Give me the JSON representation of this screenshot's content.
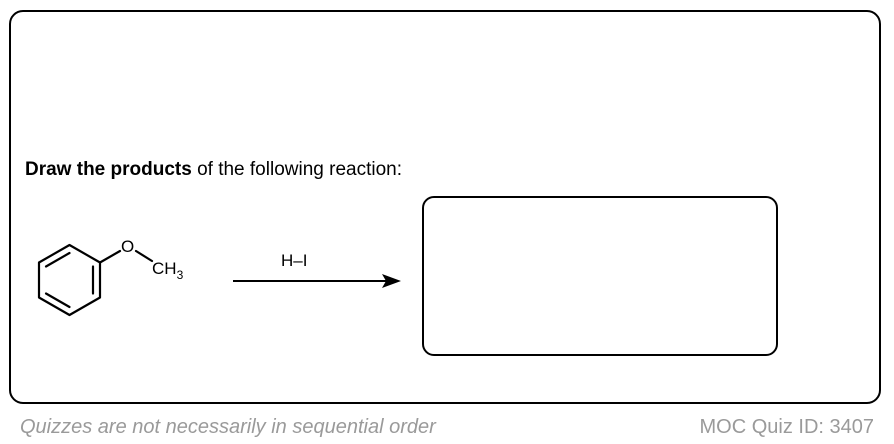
{
  "question": {
    "bold_text": "Draw the products",
    "rest_text": " of the following reaction:"
  },
  "reactant": {
    "oxygen_label": "O",
    "methyl_label": "CH",
    "methyl_subscript": "3"
  },
  "reagent": {
    "label": "H–I"
  },
  "footer": {
    "left_text": "Quizzes are not necessarily in sequential order",
    "right_text": "MOC Quiz ID: 3407"
  }
}
